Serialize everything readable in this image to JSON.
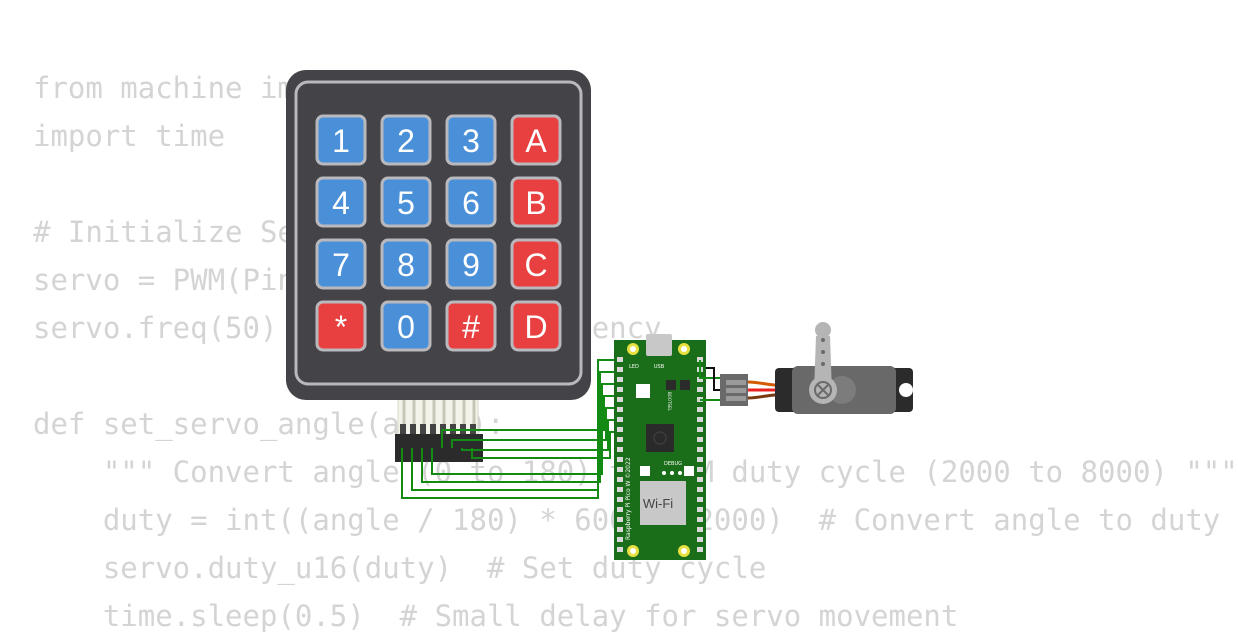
{
  "code_lines": [
    "from machine import Pin, PWM",
    "import time",
    "",
    "# Initialize Servo on GPIO",
    "servo = PWM(Pin(15))",
    "servo.freq(50)  # 50Hz PWM frequency",
    "",
    "def set_servo_angle(angle):",
    "    \"\"\" Convert angle (0 to 180) to PWM duty cycle (2000 to 8000) \"\"\"",
    "    duty = int((angle / 180) * 6000 + 2000)  # Convert angle to duty",
    "    servo.duty_u16(duty)  # Set duty cycle",
    "    time.sleep(0.5)  # Small delay for servo movement"
  ],
  "keypad": {
    "keys": [
      {
        "label": "1",
        "color": "#4a90d9"
      },
      {
        "label": "2",
        "color": "#4a90d9"
      },
      {
        "label": "3",
        "color": "#4a90d9"
      },
      {
        "label": "A",
        "color": "#e84040"
      },
      {
        "label": "4",
        "color": "#4a90d9"
      },
      {
        "label": "5",
        "color": "#4a90d9"
      },
      {
        "label": "6",
        "color": "#4a90d9"
      },
      {
        "label": "B",
        "color": "#e84040"
      },
      {
        "label": "7",
        "color": "#4a90d9"
      },
      {
        "label": "8",
        "color": "#4a90d9"
      },
      {
        "label": "9",
        "color": "#4a90d9"
      },
      {
        "label": "C",
        "color": "#e84040"
      },
      {
        "label": "*",
        "color": "#e84040"
      },
      {
        "label": "0",
        "color": "#4a90d9"
      },
      {
        "label": "#",
        "color": "#e84040"
      },
      {
        "label": "D",
        "color": "#e84040"
      }
    ]
  },
  "pico": {
    "board_label": "Raspberry Pi Pico W ©2022",
    "wifi_label": "Wi-Fi",
    "debug_label": "DEBUG",
    "usb_label": "USB",
    "led_label": "LED",
    "bootsel_label": "BOOTSEL"
  },
  "colors": {
    "wire": "#138a13",
    "keypad_body": "#434348",
    "board": "#1a6e1a"
  }
}
